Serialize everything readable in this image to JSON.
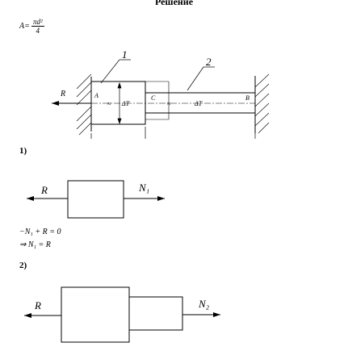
{
  "heading": "Решение",
  "formula": {
    "lhs": "A",
    "eq": "=",
    "numerator": "πd²",
    "denominator": "4"
  },
  "diagram": {
    "callouts": [
      "1",
      "2"
    ],
    "force_label": "R",
    "point_labels": [
      "A",
      "C",
      "B"
    ],
    "segment_labels": [
      "ΔT",
      "ΔT"
    ],
    "hatch_symbol": "≈"
  },
  "step1": {
    "label": "1)",
    "left_force": "R",
    "right_force": "N₁",
    "eq1": "−N₁ + R = 0",
    "eq2": "⇒ N₁ = R"
  },
  "step2": {
    "label": "2)",
    "left_force": "R",
    "right_force": "N₂"
  }
}
